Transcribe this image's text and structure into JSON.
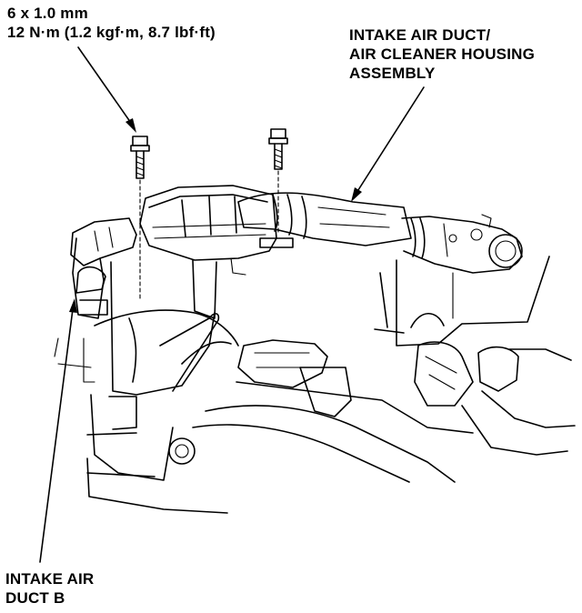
{
  "callouts": {
    "bolt_size": "6 x 1.0 mm",
    "bolt_torque": "12 N·m (1.2 kgf·m, 8.7 lbf·ft)",
    "assembly_line1": "INTAKE AIR DUCT/",
    "assembly_line2": "AIR CLEANER HOUSING",
    "assembly_line3": "ASSEMBLY",
    "duct_b_line1": "INTAKE AIR",
    "duct_b_line2": "DUCT B"
  }
}
